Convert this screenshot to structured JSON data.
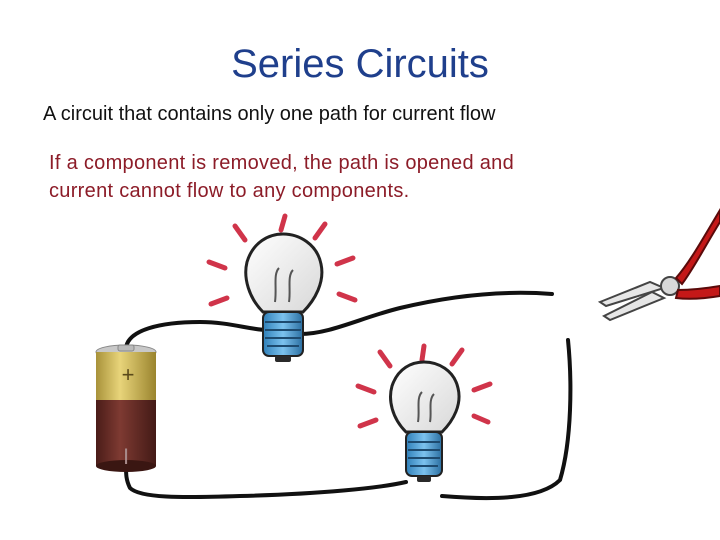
{
  "slide": {
    "title": "Series Circuits",
    "definition": "A circuit that contains only one path for current flow",
    "explanation_line1": "If a component is removed, the path is opened and",
    "explanation_line2": "current cannot flow to any components."
  },
  "battery": {
    "positive_symbol": "+",
    "negative_symbol": "I"
  },
  "colors": {
    "title": "#1f3f8c",
    "explanation": "#8c1c28",
    "ray": "#d0344a",
    "bulb_base": "#4aa0d8",
    "battery_top": "#c9b34a",
    "battery_bottom": "#6a2a24",
    "plier_handle": "#c41818"
  },
  "icons": [
    "light-bulb-icon",
    "battery-icon",
    "pliers-icon"
  ]
}
